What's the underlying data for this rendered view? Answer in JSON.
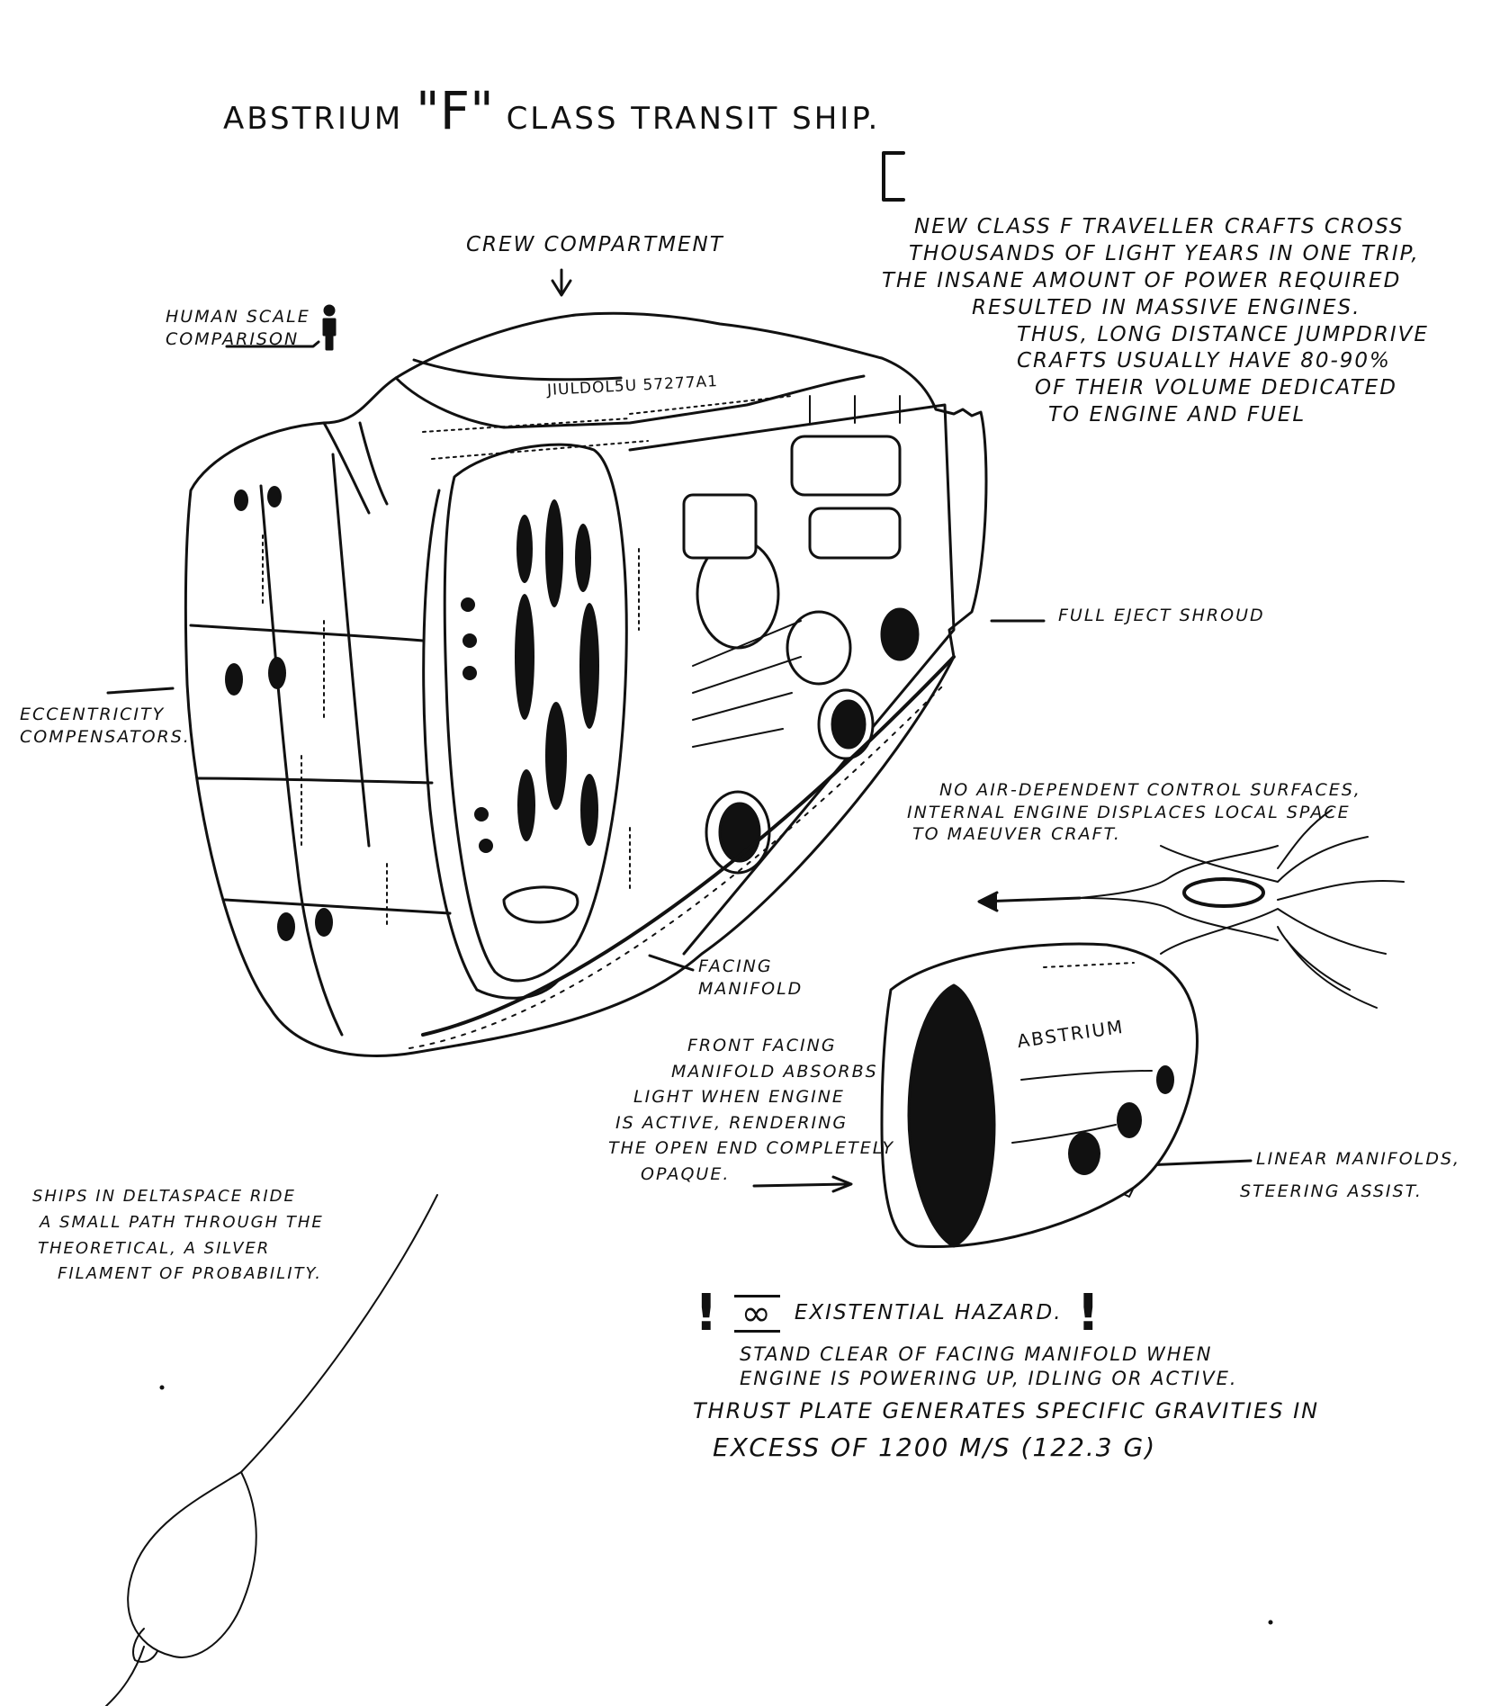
{
  "title": {
    "prefix": "Abstrium",
    "class_letter": "\"F\"",
    "suffix": "class transit ship."
  },
  "labels": {
    "crew_compartment": "Crew compartment",
    "human_scale": [
      "Human scale",
      "comparison"
    ],
    "eccentricity": [
      "Eccentricity",
      "compensators."
    ],
    "full_eject_shroud": "Full eject shroud",
    "facing_manifold": [
      "Facing",
      "manifold"
    ],
    "linear_manifolds": [
      "Linear manifolds,",
      "steering assist."
    ],
    "hull_marking_main": "JIULDOL5U 57277A1",
    "hull_marking_small": "Abstrium"
  },
  "notes": {
    "class_f_lines": [
      "New class F traveller crafts cross",
      "thousands of light years in one trip,",
      "the insane amount of power required",
      "resulted in massive engines.",
      "Thus, long distance jumpdrive",
      "crafts usually have 80-90%",
      "of their volume dedicated",
      "to engine and fuel"
    ],
    "control_surfaces": [
      "No air-dependent control surfaces,",
      "internal engine displaces local space",
      "to maeuver craft."
    ],
    "front_facing": [
      "Front facing",
      "manifold absorbs",
      "light when engine",
      "is active, rendering",
      "the open end completely",
      "opaque."
    ],
    "deltaspace": [
      "Ships in deltaspace ride",
      "a small path through the",
      "theoretical, a silver",
      "filament of probability."
    ]
  },
  "hazard": {
    "symbol": "∞",
    "label": "existential hazard.",
    "lines": [
      "Stand clear of facing manifold when",
      "engine is powering up, idling or active."
    ]
  },
  "thrust": {
    "lines": [
      "Thrust plate generates specific gravities in",
      "excess of 1200 m/s (122.3 G)"
    ]
  }
}
